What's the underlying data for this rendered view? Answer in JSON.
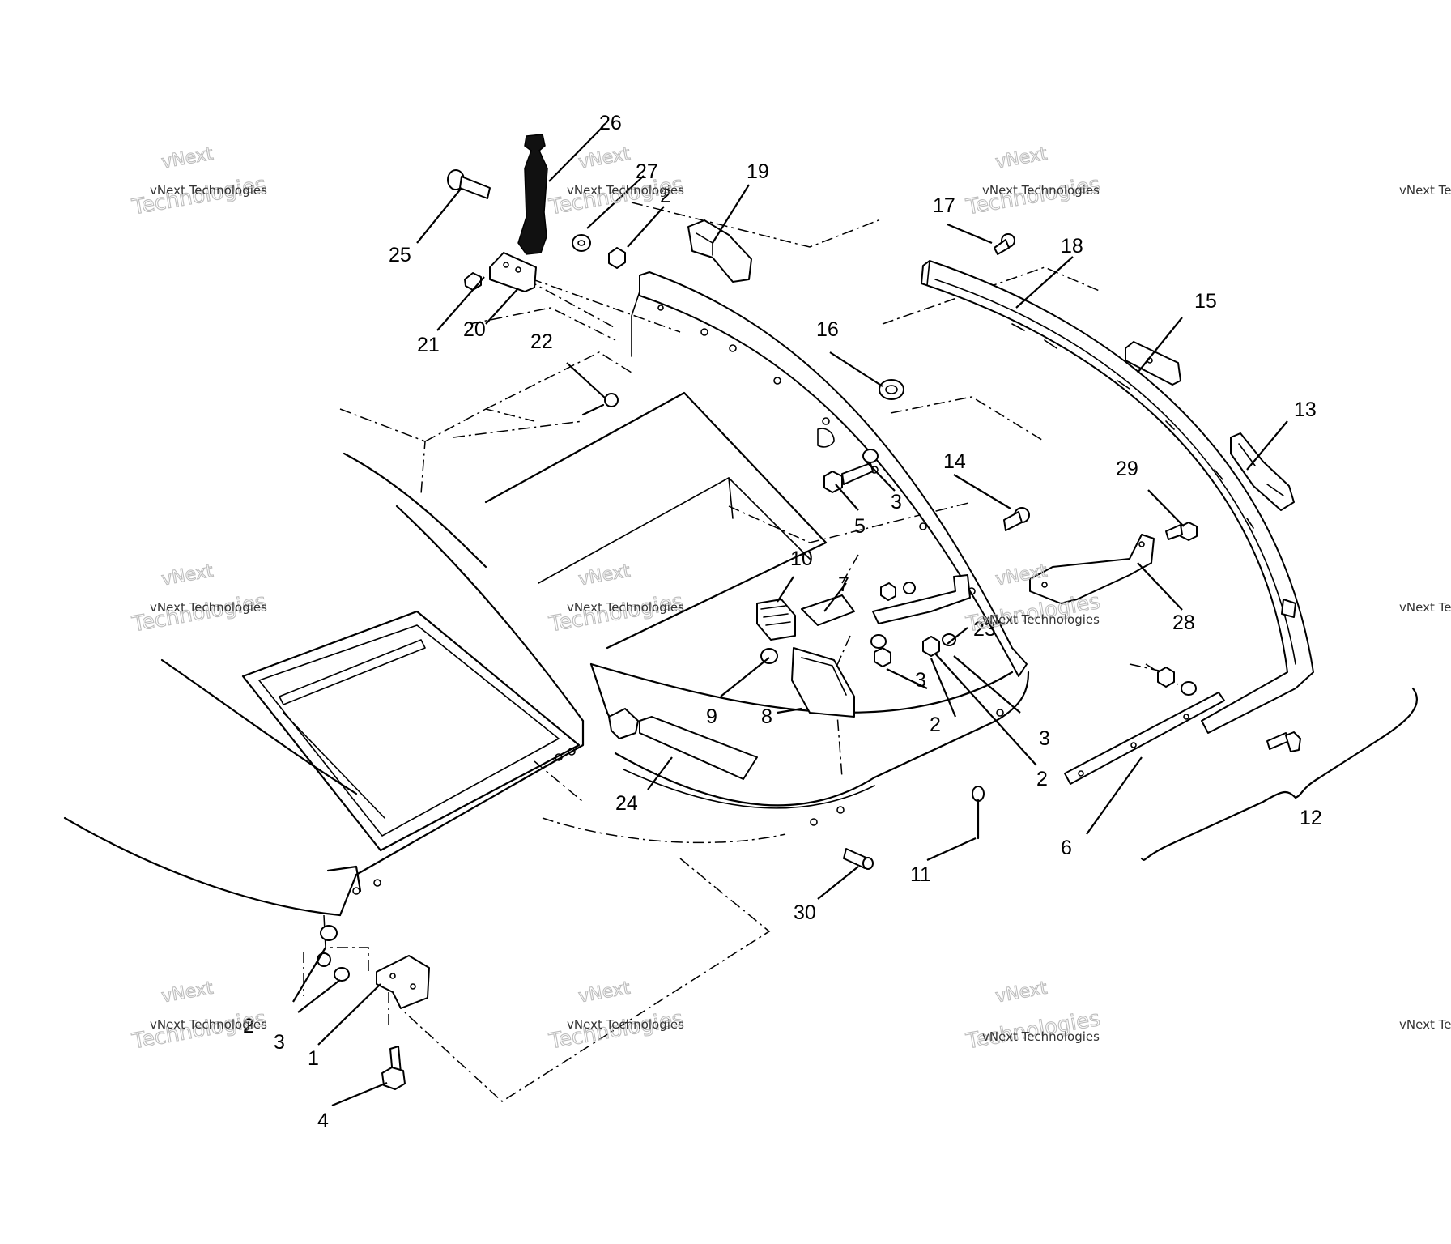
{
  "diagram": {
    "callouts": [
      "1",
      "2",
      "3",
      "4",
      "5",
      "6",
      "7",
      "8",
      "9",
      "10",
      "11",
      "12",
      "13",
      "14",
      "15",
      "16",
      "17",
      "18",
      "19",
      "20",
      "21",
      "22",
      "23",
      "24",
      "25",
      "26",
      "27",
      "28",
      "29",
      "30"
    ],
    "watermark": {
      "line1": "vNext Technologies",
      "line2": "Technologies",
      "line3": "vNext"
    }
  }
}
